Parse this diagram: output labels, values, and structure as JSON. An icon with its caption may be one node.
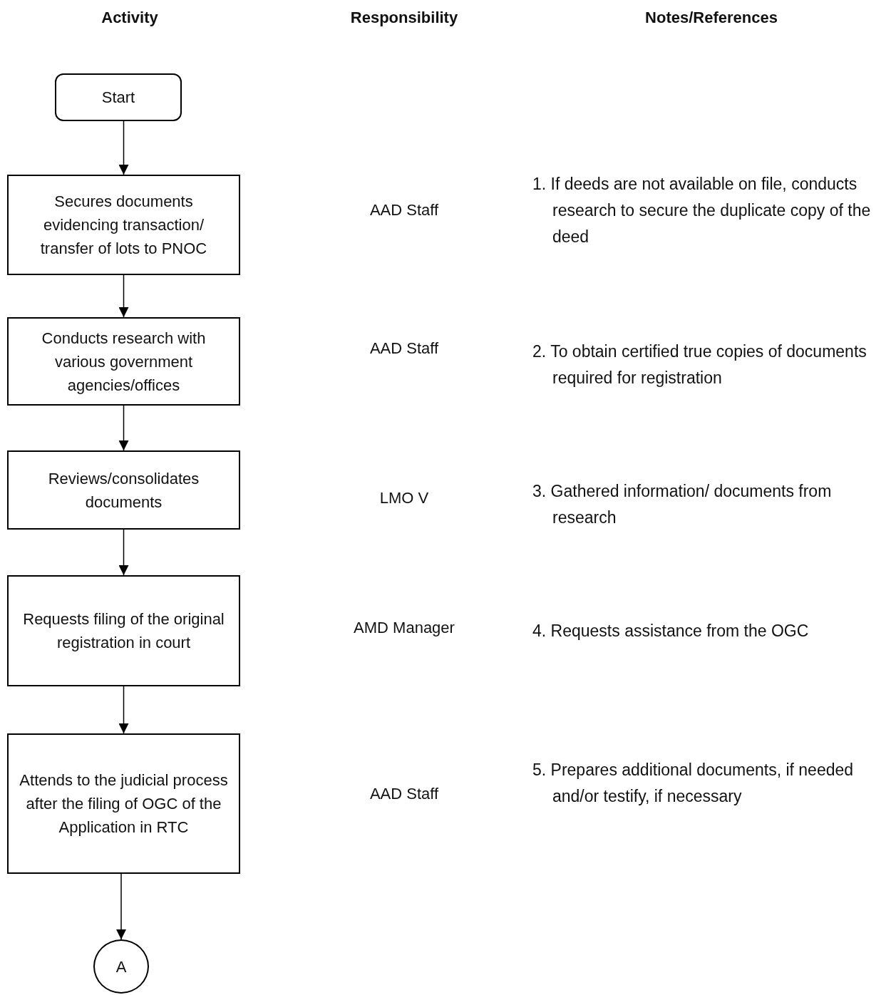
{
  "diagram": {
    "nodes": [
      {
        "text": [
          "Start"
        ]
      },
      {
        "text": [
          "Secures documents evidencing transaction/ transfer of lots to PNOC"
        ]
      },
      {
        "text": [
          "Conducts research with various government agencies/offices"
        ]
      },
      {
        "text": [
          "Reviews/consolidates documents"
        ]
      },
      {
        "text": [
          "Requests filing of the original registration in court"
        ]
      },
      {
        "text": [
          "Attends to the judicial process after the filing of OGC of the Application in RTC"
        ]
      },
      {
        "text": [
          "A"
        ]
      }
    ],
    "edges": [
      {
        "from": 0,
        "to": 1,
        "arrow": "to"
      },
      {
        "from": 1,
        "to": 2,
        "arrow": "to"
      },
      {
        "from": 2,
        "to": 3,
        "arrow": "to"
      },
      {
        "from": 3,
        "to": 4,
        "arrow": "to"
      },
      {
        "from": 4,
        "to": 5,
        "arrow": "to"
      },
      {
        "from": 5,
        "to": 6,
        "arrow": "to"
      }
    ],
    "labels": [
      "Activity",
      "Responsibility",
      "Notes/References",
      "AAD Staff",
      "1. If deeds are not available on file, conducts research to secure the duplicate copy of the deed",
      "AAD Staff",
      "2. To obtain certified true copies of documents required for registration",
      "LMO V",
      "3. Gathered information/ documents from research",
      "AMD Manager",
      "4. Requests assistance from the OGC",
      "AAD Staff",
      "5. Prepares additional documents, if needed and/or testify, if necessary"
    ]
  }
}
